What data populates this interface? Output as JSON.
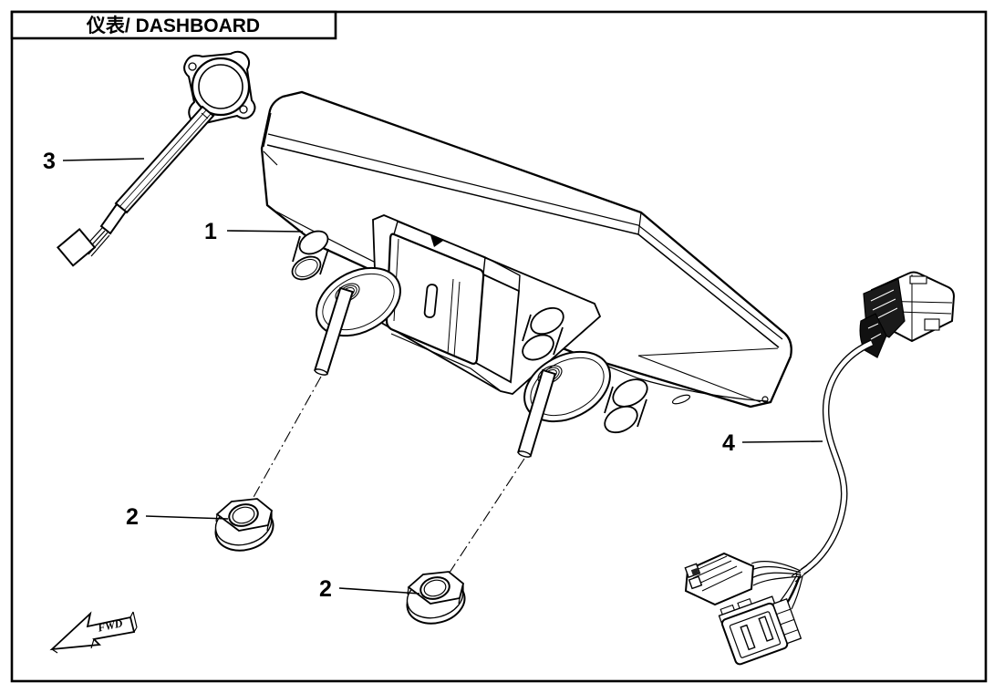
{
  "page": {
    "title": "仪表/ DASHBOARD",
    "fwd_label": "FWD"
  },
  "colors": {
    "line": "#000000",
    "background": "#ffffff"
  },
  "callouts": [
    {
      "label": "1"
    },
    {
      "label": "2"
    },
    {
      "label": "2"
    },
    {
      "label": "3"
    },
    {
      "label": "4"
    }
  ]
}
